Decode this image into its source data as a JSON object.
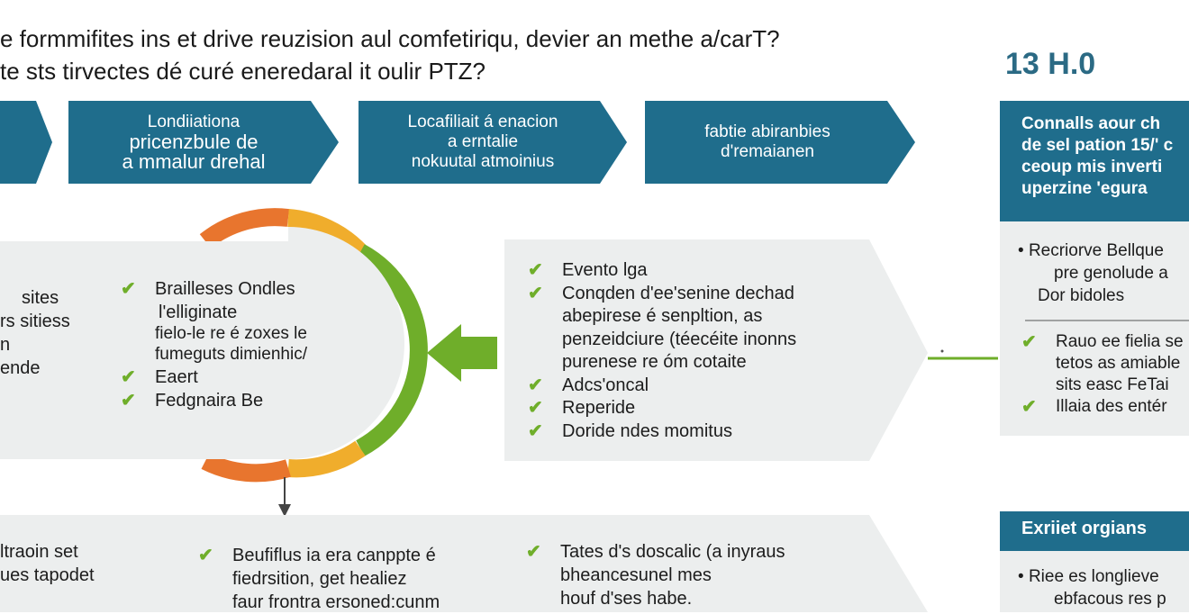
{
  "header": {
    "line1": "e formmifites ins et drive reuzision aul comfetiriqu, devier an methe a/carT?",
    "line2": "te sts tirvectes dé curé eneredaral it oulir PTZ?",
    "badge": "13 H.0"
  },
  "steps": [
    {
      "lines": [
        "Londiiationa",
        "pricenzbule de",
        "a mmalur drehal"
      ]
    },
    {
      "lines": [
        "Locafiliait á enacion",
        "a erntalie",
        "nokuutal atmoinius"
      ]
    },
    {
      "lines": [
        "fabtie abiranbies",
        "d'remaianen"
      ]
    }
  ],
  "left_fragment": {
    "lines": [
      "sites",
      "rs sitiess",
      "n",
      "ende"
    ]
  },
  "circle_list": {
    "items": [
      {
        "check": true,
        "lines": [
          "Brailleses Ondles",
          "l'elliginate",
          "fielo-le re é zoxes le",
          "fumeguts dimienhic/"
        ]
      },
      {
        "check": true,
        "lines": [
          "Eaert"
        ]
      },
      {
        "check": true,
        "lines": [
          "Fedgnaira Be"
        ]
      }
    ]
  },
  "center_box": {
    "items": [
      {
        "lines": [
          "Evento lga"
        ]
      },
      {
        "lines": [
          "Conqden d'ee'senine dechad",
          "abepirese é senpltion, as",
          "penzeidciure (téecéite inonns",
          "purenese re óm cotaite"
        ]
      },
      {
        "lines": [
          "Adcs'oncal"
        ]
      },
      {
        "lines": [
          "Reperide"
        ]
      },
      {
        "lines": [
          "Doride ndes momitus"
        ]
      }
    ]
  },
  "right_panel": {
    "head_lines": [
      "Connalls aour ch",
      "de sel pation 15/' c",
      "ceoup mis inverti",
      "uperzine 'egura"
    ],
    "bullet_lines": [
      "Recriorve Bellque",
      "pre genolude a",
      "Dor bidoles"
    ],
    "check_items": [
      {
        "lines": [
          "Rauo ee fielia se",
          "tetos as amiable",
          "sits easc FeTai"
        ]
      },
      {
        "lines": [
          "Illaia des entér"
        ]
      }
    ]
  },
  "bottom_left": {
    "lines": [
      "ltraoin set",
      "ues tapodet"
    ]
  },
  "bottom_mid": {
    "lines": [
      "Beufiflus ia era canppte é",
      "fiedrsition, get healiez",
      "faur frontra ersoned:cunm"
    ]
  },
  "bottom_right": {
    "lines": [
      "Tates d's doscalic (a inyraus",
      "bheancesunel mes",
      "houf d'ses habe."
    ]
  },
  "bottom_panel": {
    "head": "Exriiet orgians",
    "bullet_lines": [
      "Riee es longlieve",
      "ebfacous res p"
    ]
  },
  "colors": {
    "teal": "#1f6d8c",
    "green": "#6fae2a",
    "orange": "#e8752e",
    "yellow": "#f0ad2c",
    "grey_panel": "#eceeee"
  }
}
